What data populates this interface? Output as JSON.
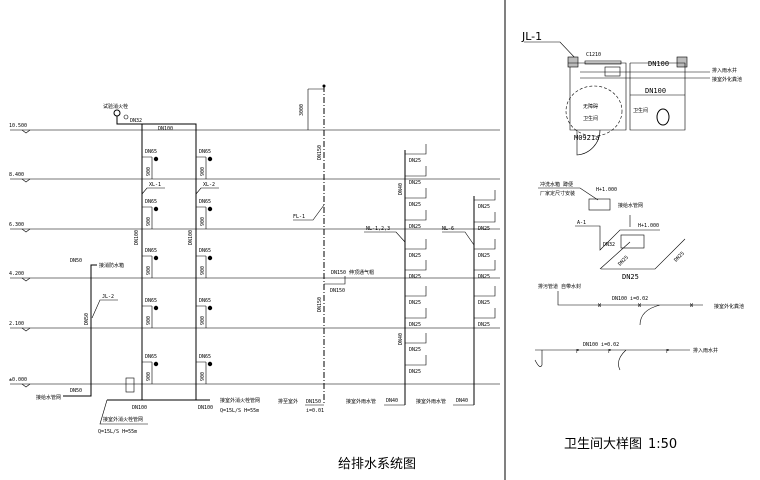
{
  "system": {
    "title": "给排水系统图",
    "levels": [
      "10.500",
      "8.400",
      "6.300",
      "4.200",
      "2.100",
      "±0.000"
    ],
    "risers": {
      "xl1": "XL-1",
      "xl2": "XL-2",
      "jl2": "JL-2",
      "fl1": "FL-1",
      "nl": "NL-1,2,3",
      "nl6": "NL-6"
    },
    "pipe_sizes": {
      "dn65": "DN65",
      "dn100": "DN100",
      "dn50": "DN50",
      "dn150": "DN150",
      "dn40": "DN40",
      "dn25": "DN25",
      "dn32": "DN32"
    },
    "labels": {
      "roof_valve": "试验消火栓",
      "top_main": "DN100",
      "h900": "900",
      "h3000": "3000",
      "dn150_note": "DN150 伸顶通气帽",
      "supply_left": "接给水管网",
      "fire_pump_left": "接室外消火栓管网",
      "fire_pump_left_q": "Q=15L/S H=55m",
      "fire_pump_right": "接室外消火栓管网",
      "fire_pump_right_q": "Q=15L/S H=55m",
      "vent_cap": "接消防水箱",
      "outfall": "排至室外",
      "slope": "i=0.01",
      "rain1": "接室外雨水管",
      "rain2": "接室外雨水管"
    }
  },
  "detail": {
    "title": "卫生间大样图",
    "scale": "1:50",
    "riser": "JL-1",
    "window": "C1210",
    "door": "M0921a",
    "room1": "无障碍",
    "room1b": "卫生间",
    "room2": "卫生间",
    "dn100a": "DN100",
    "dn100b": "DN100",
    "to_septic": "接室外化粪池",
    "to_drain": "排入雨水井",
    "tank_note": "冲洗水箱 蹲便",
    "tank_note2": "厂家定尺寸安装",
    "h1000": "H+1.000",
    "h1000b": "H+1.000",
    "supply_note": "接给水管网",
    "a1": "A-1",
    "dn25": "DN25",
    "dn25b": "DN25",
    "dn25c": "DN25",
    "dn32": "DN32",
    "waste_note": "排污管道 自带水封",
    "dn100_slope": "DN100 i=0.02",
    "dn100_slope2": "DN100 i=0.02",
    "w": "W",
    "f": "F"
  }
}
